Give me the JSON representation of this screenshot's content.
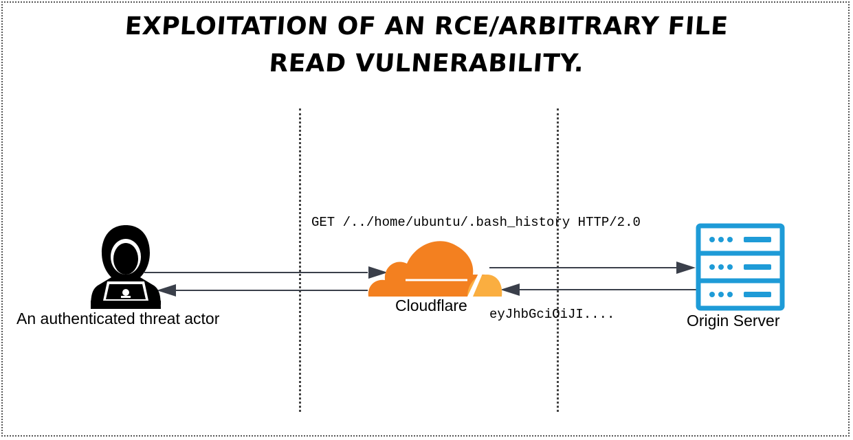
{
  "title": {
    "line1": "EXPLOITATION OF AN RCE/ARBITRARY FILE",
    "line2": "READ VULNERABILITY."
  },
  "nodes": {
    "actor": {
      "label": "An authenticated threat actor",
      "icon": "hacker-icon"
    },
    "proxy": {
      "label": "Cloudflare",
      "icon": "cloud-icon"
    },
    "server": {
      "label": "Origin Server",
      "icon": "server-icon"
    }
  },
  "messages": {
    "request": "GET /../home/ubuntu/.bash_history HTTP/2.0",
    "response": "eyJhbGciOiJI...."
  },
  "colors": {
    "cloud_primary": "#F38020",
    "cloud_secondary": "#FAAE40",
    "server": "#1E9BD7",
    "arrow": "#3A3F4A"
  }
}
